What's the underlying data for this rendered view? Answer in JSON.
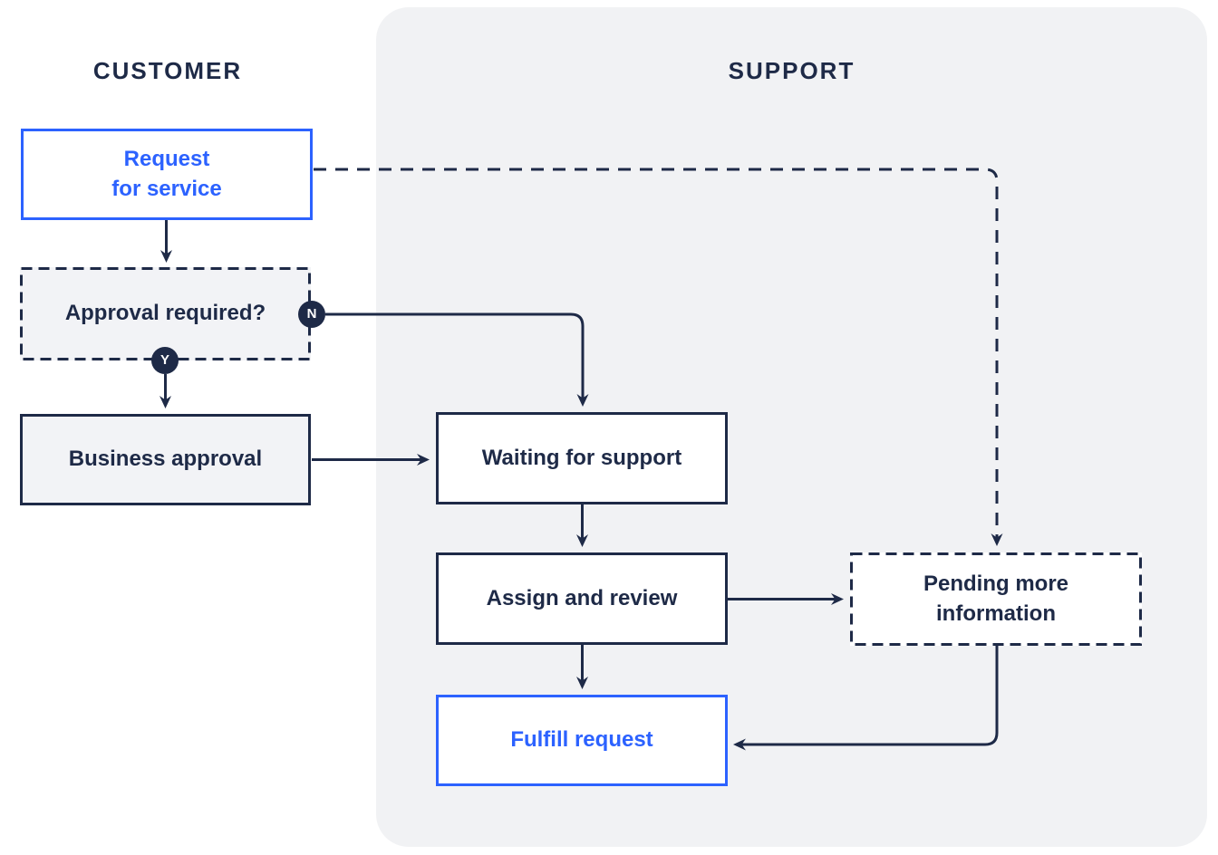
{
  "diagram": {
    "type": "flowchart",
    "lanes": {
      "customer": {
        "label": "CUSTOMER"
      },
      "support": {
        "label": "SUPPORT"
      }
    },
    "nodes": {
      "request": {
        "line1": "Request",
        "line2": "for service",
        "style": "blue-outline"
      },
      "approval": {
        "label": "Approval required?",
        "style": "dashed-gray"
      },
      "business": {
        "label": "Business approval",
        "style": "solid-gray"
      },
      "waiting": {
        "label": "Waiting for support",
        "style": "solid-white"
      },
      "assign": {
        "label": "Assign and review",
        "style": "solid-white"
      },
      "pending": {
        "line1": "Pending more",
        "line2": "information",
        "style": "dashed-white"
      },
      "fulfill": {
        "label": "Fulfill request",
        "style": "blue-outline"
      }
    },
    "badges": {
      "no": "N",
      "yes": "Y"
    },
    "edges": [
      {
        "from": "request",
        "to": "approval",
        "style": "solid"
      },
      {
        "from": "approval",
        "to": "waiting",
        "style": "solid",
        "branch": "N"
      },
      {
        "from": "approval",
        "to": "business",
        "style": "solid",
        "branch": "Y"
      },
      {
        "from": "business",
        "to": "waiting",
        "style": "solid"
      },
      {
        "from": "waiting",
        "to": "assign",
        "style": "solid"
      },
      {
        "from": "assign",
        "to": "pending",
        "style": "solid"
      },
      {
        "from": "assign",
        "to": "fulfill",
        "style": "solid"
      },
      {
        "from": "request",
        "to": "pending",
        "style": "dashed"
      },
      {
        "from": "pending",
        "to": "fulfill",
        "style": "solid"
      }
    ],
    "colors": {
      "navy": "#1e2a47",
      "blue": "#2c62ff",
      "support_panel_bg": "#f1f2f4",
      "gray_node_bg": "#f2f3f6",
      "white_node_bg": "#ffffff"
    }
  }
}
